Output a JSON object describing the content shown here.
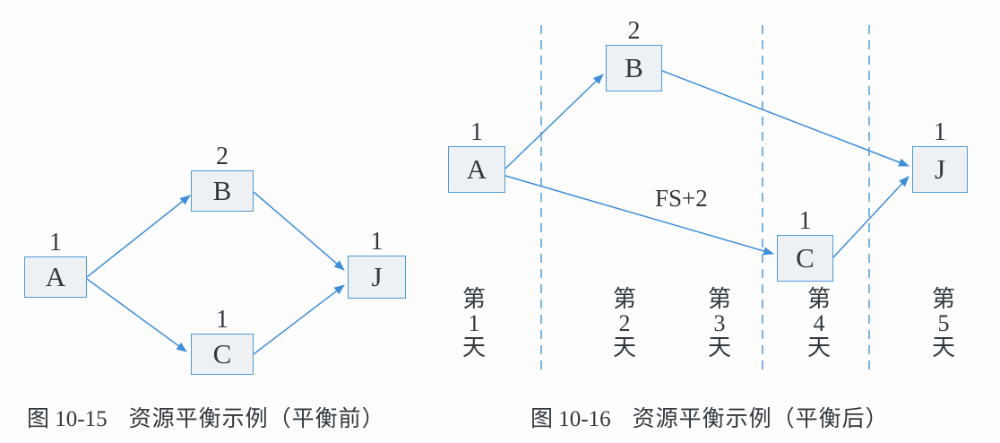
{
  "page": {
    "background": "#fdfdfd"
  },
  "colors": {
    "box_border": "#4e9ad6",
    "box_fill": "#eef1f3",
    "arrow": "#3e8ed8",
    "grid_dash": "#6cacdf",
    "text": "#32383d"
  },
  "figures": [
    {
      "caption_number": "图 10-15",
      "caption_title": "资源平衡示例（平衡前）",
      "nodes": [
        {
          "letter": "A",
          "resource": "1"
        },
        {
          "letter": "B",
          "resource": "2"
        },
        {
          "letter": "C",
          "resource": "1"
        },
        {
          "letter": "J",
          "resource": "1"
        }
      ],
      "edges": [
        "A→B",
        "A→C",
        "B→J",
        "C→J"
      ]
    },
    {
      "caption_number": "图 10-16",
      "caption_title": "资源平衡示例（平衡后）",
      "nodes": [
        {
          "letter": "A",
          "resource": "1"
        },
        {
          "letter": "B",
          "resource": "2"
        },
        {
          "letter": "C",
          "resource": "1"
        },
        {
          "letter": "J",
          "resource": "1"
        }
      ],
      "edges": [
        "A→B",
        "A→C (FS+2)",
        "B→J",
        "C→J"
      ],
      "lag_label": "FS+2",
      "days": [
        {
          "chars": [
            "第",
            "1",
            "天"
          ]
        },
        {
          "chars": [
            "第",
            "2",
            "天"
          ]
        },
        {
          "chars": [
            "第",
            "3",
            "天"
          ]
        },
        {
          "chars": [
            "第",
            "4",
            "天"
          ]
        },
        {
          "chars": [
            "第",
            "5",
            "天"
          ]
        }
      ]
    }
  ]
}
